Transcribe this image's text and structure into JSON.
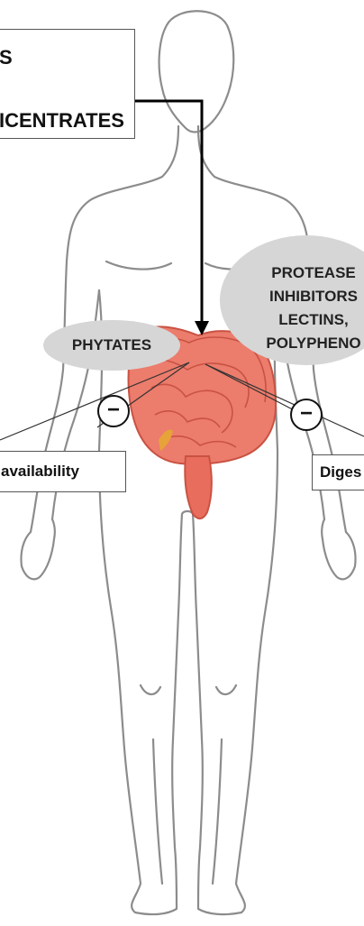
{
  "top_box": {
    "line1": "S",
    "line2": "ICENTRATES"
  },
  "phytates_label": "PHYTATES",
  "antinutrients_label": {
    "line1": "PROTEASE",
    "line2": "INHIBITORS",
    "line3": "LECTINS,",
    "line4": "POLYPHENO"
  },
  "left_effect": {
    "sign": "−",
    "label": "availability"
  },
  "right_effect": {
    "sign": "−",
    "label": "Diges"
  },
  "colors": {
    "body_outline": "#8c8c8c",
    "intestine": "#ec7c6c",
    "intestine_shade": "#d45a4a",
    "oval_fill": "#d6d6d6",
    "arrow": "#000000",
    "soy_food": "#d9a05b"
  }
}
